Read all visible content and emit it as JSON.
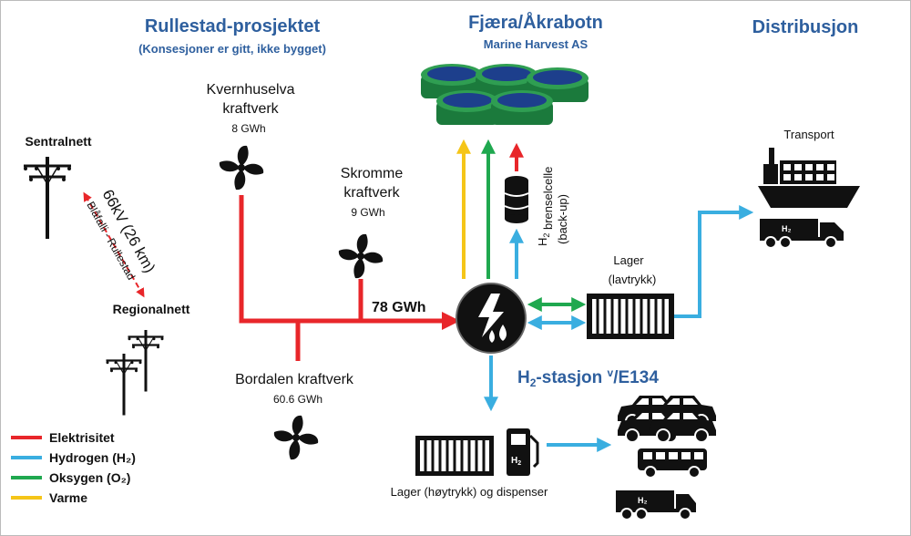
{
  "headers": {
    "rullestad_title": "Rullestad-prosjektet",
    "rullestad_subtitle": "(Konsesjoner er gitt, ikke bygget)",
    "fjaera_title": "Fjæra/Åkrabotn",
    "fjaera_subtitle": "Marine Harvest AS",
    "distribusjon_title": "Distribusjon"
  },
  "grid": {
    "sentralnett": "Sentralnett",
    "regionalnett": "Regionalnett",
    "line_voltage": "66kV (26 km)",
    "line_route": "Blåfalli - Rullestad"
  },
  "plants": {
    "kvernhuselva_name_1": "Kvernhuselva",
    "kvernhuselva_name_2": "kraftverk",
    "kvernhuselva_output": "8 GWh",
    "skromme_name_1": "Skromme",
    "skromme_name_2": "kraftverk",
    "skromme_output": "9 GWh",
    "bordalen_name": "Bordalen kraftverk",
    "bordalen_output": "60.6 GWh",
    "total": "78 GWh"
  },
  "hub": {
    "fuel_cell_1": "brenselcelle",
    "fuel_cell_2": "(back-up)",
    "storage_low_1": "Lager",
    "storage_low_2": "(lavtrykk)",
    "station_label": "/E134",
    "storage_high": "Lager (høytrykk) og dispenser"
  },
  "distribution": {
    "transport": "Transport",
    "truck_label": "H₂"
  },
  "legend": {
    "items": [
      {
        "label": "Elektrisitet",
        "color": "#e8262a"
      },
      {
        "label": "Hydrogen (H₂)",
        "color": "#3aaee0"
      },
      {
        "label": "Oksygen (O₂)",
        "color": "#1fa84f"
      },
      {
        "label": "Varme",
        "color": "#f5c518"
      }
    ]
  },
  "colors": {
    "electricity": "#e8262a",
    "hydrogen": "#3aaee0",
    "oxygen": "#1fa84f",
    "heat": "#f5c518",
    "header_blue": "#2e5f9e"
  },
  "icons": [
    "power-pylon-icon",
    "turbine-fan-icon",
    "fish-farm-icon",
    "fuel-cell-icon",
    "electrolyzer-icon",
    "container-icon",
    "ship-icon",
    "truck-icon",
    "car-icon",
    "bus-icon",
    "dispenser-icon"
  ]
}
